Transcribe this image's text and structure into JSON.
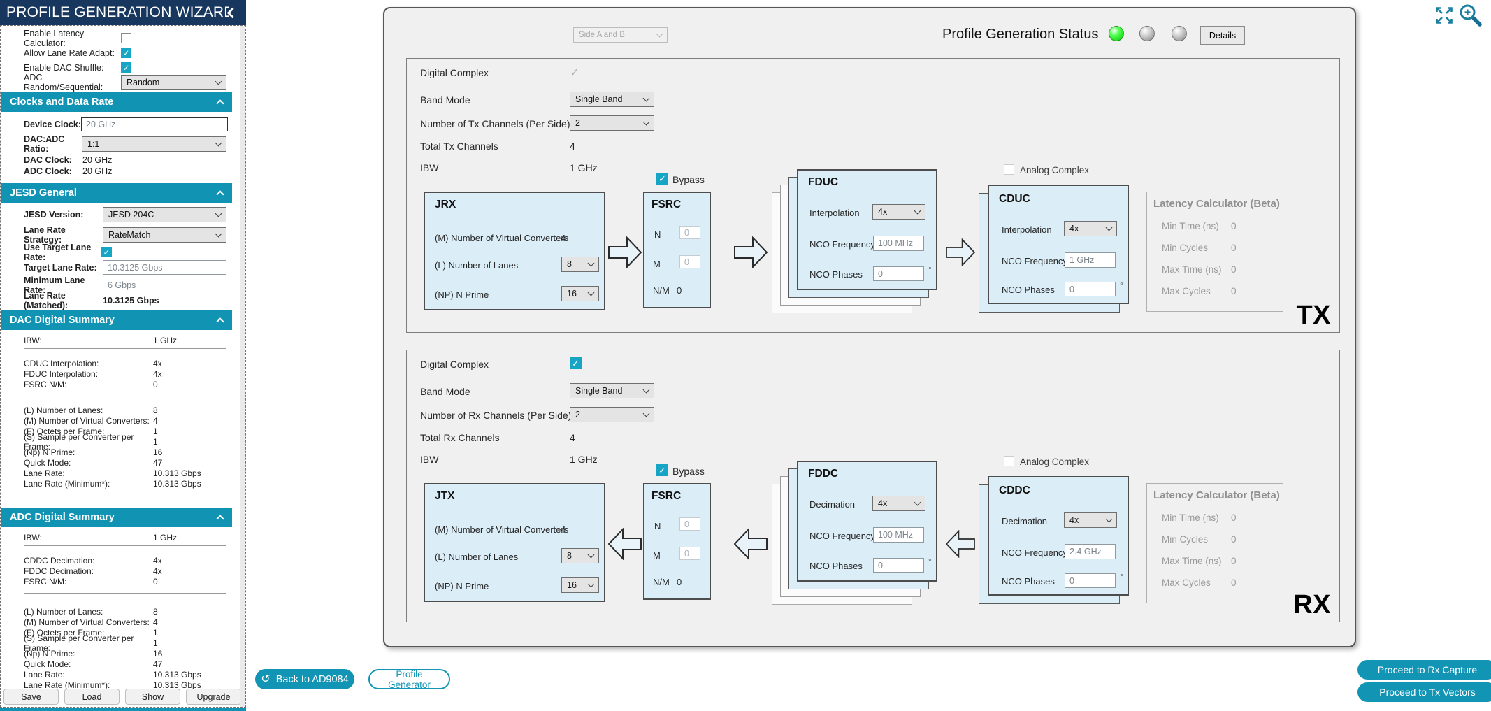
{
  "colors": {
    "teal": "#1295B5",
    "navy": "#17375E",
    "checkbox_teal": "#17A5C6",
    "led_green": "#28e128",
    "block_blue": "#DBEDF6"
  },
  "sidebar": {
    "title": "PROFILE GENERATION WIZARD",
    "options": {
      "latency": {
        "label": "Enable Latency Calculator:",
        "checked": false
      },
      "lane_rate_adapt": {
        "label": "Allow Lane Rate Adapt:",
        "checked": true
      },
      "dac_shuffle": {
        "label": "Enable DAC Shuffle:",
        "checked": true
      },
      "adc_random": {
        "label": "ADC Random/Sequential:",
        "value": "Random"
      }
    },
    "clocks": {
      "header": "Clocks and Data Rate",
      "device_clock_label": "Device Clock:",
      "device_clock_value": "20 GHz",
      "ratio_label": "DAC:ADC Ratio:",
      "ratio_value": "1:1",
      "dac_clock_label": "DAC Clock:",
      "dac_clock_value": "20 GHz",
      "adc_clock_label": "ADC Clock:",
      "adc_clock_value": "20 GHz"
    },
    "jesd": {
      "header": "JESD General",
      "version_label": "JESD Version:",
      "version_value": "JESD 204C",
      "strategy_label": "Lane Rate Strategy:",
      "strategy_value": "RateMatch",
      "use_target_label": "Use Target Lane Rate:",
      "use_target_checked": true,
      "target_label": "Target Lane Rate:",
      "target_value": "10.3125 Gbps",
      "min_label": "Minimum Lane Rate:",
      "min_value": "6 Gbps",
      "matched_label": "Lane Rate (Matched):",
      "matched_value": "10.3125 Gbps"
    },
    "dac_summary": {
      "header": "DAC Digital Summary",
      "g1": [
        {
          "label": "IBW:",
          "value": "1 GHz"
        }
      ],
      "g2": [
        {
          "label": "CDUC Interpolation:",
          "value": "4x"
        },
        {
          "label": "FDUC Interpolation:",
          "value": "4x"
        },
        {
          "label": "FSRC N/M:",
          "value": "0"
        }
      ],
      "g3": [
        {
          "label": "(L) Number of Lanes:",
          "value": "8"
        },
        {
          "label": "(M) Number of Virtual Converters:",
          "value": "4"
        },
        {
          "label": "(F) Octets per Frame:",
          "value": "1"
        },
        {
          "label": "(S) Sample per Converter per Frame:",
          "value": "1"
        },
        {
          "label": "(Np) N Prime:",
          "value": "16"
        },
        {
          "label": "Quick Mode:",
          "value": "47"
        },
        {
          "label": "Lane Rate:",
          "value": "10.313 Gbps"
        },
        {
          "label": "Lane Rate (Minimum*):",
          "value": "10.313 Gbps"
        }
      ]
    },
    "adc_summary": {
      "header": "ADC Digital Summary",
      "g1": [
        {
          "label": "IBW:",
          "value": "1 GHz"
        }
      ],
      "g2": [
        {
          "label": "CDDC Decimation:",
          "value": "4x"
        },
        {
          "label": "FDDC Decimation:",
          "value": "4x"
        },
        {
          "label": "FSRC N/M:",
          "value": "0"
        }
      ],
      "g3": [
        {
          "label": "(L) Number of Lanes:",
          "value": "8"
        },
        {
          "label": "(M) Number of Virtual Converters:",
          "value": "4"
        },
        {
          "label": "(F) Octets per Frame:",
          "value": "1"
        },
        {
          "label": "(S) Sample per Converter per Frame:",
          "value": "1"
        },
        {
          "label": "(Np) N Prime:",
          "value": "16"
        },
        {
          "label": "Quick Mode:",
          "value": "47"
        },
        {
          "label": "Lane Rate:",
          "value": "10.313 Gbps"
        },
        {
          "label": "Lane Rate (Minimum*):",
          "value": "10.313 Gbps"
        }
      ]
    },
    "footer_buttons": [
      {
        "label": "Save"
      },
      {
        "label": "Load"
      },
      {
        "label": "Show"
      },
      {
        "label": "Upgrade"
      }
    ]
  },
  "main": {
    "side_select": "Side A and B",
    "status_label": "Profile Generation Status",
    "details_button": "Details",
    "tx": {
      "digital_complex": "Digital Complex",
      "band_mode_label": "Band Mode",
      "band_mode_value": "Single Band",
      "channels_label": "Number of Tx Channels (Per Side)",
      "channels_value": "2",
      "total_label": "Total Tx Channels",
      "total_value": "4",
      "ibw_label": "IBW",
      "ibw_value": "1 GHz",
      "bypass": "Bypass",
      "jesd": {
        "title": "JRX",
        "m_label": "(M) Number of Virtual Converters",
        "m_value": "4",
        "l_label": "(L) Number of Lanes",
        "l_value": "8",
        "np_label": "(NP) N Prime",
        "np_value": "16"
      },
      "fsrc": {
        "title": "FSRC",
        "n_label": "N",
        "n_value": "0",
        "m_label": "M",
        "m_value": "0",
        "nm_label": "N/M",
        "nm_value": "0"
      },
      "fine": {
        "title": "FDUC",
        "rate_label": "Interpolation",
        "rate_value": "4x",
        "freq_label": "NCO Frequency",
        "freq_value": "100 MHz",
        "phase_label": "NCO Phases",
        "phase_value": "0",
        "degree": "°"
      },
      "analog_complex": "Analog Complex",
      "coarse": {
        "title": "CDUC",
        "rate_label": "Interpolation",
        "rate_value": "4x",
        "freq_label": "NCO Frequency",
        "freq_value": "1 GHz",
        "phase_label": "NCO Phases",
        "phase_value": "0",
        "degree": "°"
      },
      "latency": {
        "title": "Latency Calculator (Beta)",
        "rows": [
          {
            "label": "Min Time (ns)",
            "value": "0"
          },
          {
            "label": "Min Cycles",
            "value": "0"
          },
          {
            "label": "Max Time (ns)",
            "value": "0"
          },
          {
            "label": "Max Cycles",
            "value": "0"
          }
        ]
      },
      "badge": "TX"
    },
    "rx": {
      "digital_complex": "Digital Complex",
      "band_mode_label": "Band Mode",
      "band_mode_value": "Single Band",
      "channels_label": "Number of Rx Channels (Per Side)",
      "channels_value": "2",
      "total_label": "Total Rx Channels",
      "total_value": "4",
      "ibw_label": "IBW",
      "ibw_value": "1 GHz",
      "bypass": "Bypass",
      "jesd": {
        "title": "JTX",
        "m_label": "(M) Number of Virtual Converters",
        "m_value": "4",
        "l_label": "(L) Number of Lanes",
        "l_value": "8",
        "np_label": "(NP) N Prime",
        "np_value": "16"
      },
      "fsrc": {
        "title": "FSRC",
        "n_label": "N",
        "n_value": "0",
        "m_label": "M",
        "m_value": "0",
        "nm_label": "N/M",
        "nm_value": "0"
      },
      "fine": {
        "title": "FDDC",
        "rate_label": "Decimation",
        "rate_value": "4x",
        "freq_label": "NCO Frequency",
        "freq_value": "100 MHz",
        "phase_label": "NCO Phases",
        "phase_value": "0",
        "degree": "°"
      },
      "analog_complex": "Analog Complex",
      "coarse": {
        "title": "CDDC",
        "rate_label": "Decimation",
        "rate_value": "4x",
        "freq_label": "NCO Frequency",
        "freq_value": "2.4 GHz",
        "phase_label": "NCO Phases",
        "phase_value": "0",
        "degree": "°"
      },
      "latency": {
        "title": "Latency Calculator (Beta)",
        "rows": [
          {
            "label": "Min Time (ns)",
            "value": "0"
          },
          {
            "label": "Min Cycles",
            "value": "0"
          },
          {
            "label": "Max Time (ns)",
            "value": "0"
          },
          {
            "label": "Max Cycles",
            "value": "0"
          }
        ]
      },
      "badge": "RX"
    }
  },
  "footer": {
    "back": "Back to  AD9084",
    "back_icon_glyph": "↺",
    "profile_generator": "Profile Generator",
    "proceed_rx": "Proceed to Rx Capture",
    "proceed_tx": "Proceed to Tx Vectors"
  },
  "check_glyph": "✓"
}
